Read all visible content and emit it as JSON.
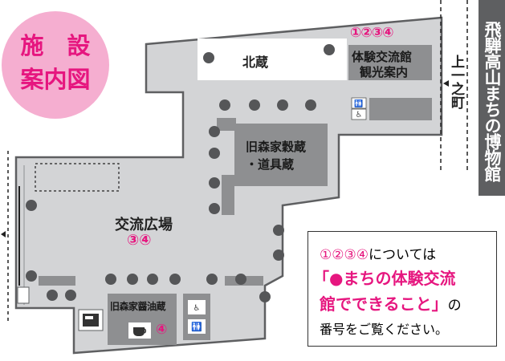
{
  "title": {
    "line1": "施　設",
    "line2": "案内図"
  },
  "museum_name": "飛騨高山まちの博物館",
  "street_name": "上一之町",
  "buildings": {
    "kitakura": "北蔵",
    "taiken": {
      "line1": "体験交流館",
      "line2": "観光案内"
    },
    "koku": {
      "line1": "旧森家穀蔵",
      "line2": "・道具蔵"
    },
    "shoyu": "旧森家醤油蔵",
    "plaza": "交流広場"
  },
  "markers": {
    "taiken": "①②③④",
    "plaza": "③④",
    "shoyu": "④"
  },
  "note": {
    "line1_mark": "①②③④",
    "line1_rest": "については",
    "line2": "「●まちの体験交流",
    "line3_main": "館でできること」",
    "line3_rest": "の",
    "line4": "番号をご覧ください。"
  },
  "colors": {
    "floor": "#d3d4d6",
    "building": "#8e8f91",
    "dark_band": "#5e5f61",
    "accent": "#e6167f",
    "title_bg": "#f5aed0"
  },
  "icons": [
    "restroom-icon",
    "wheelchair-icon",
    "cafe-icon",
    "vending-icon"
  ]
}
